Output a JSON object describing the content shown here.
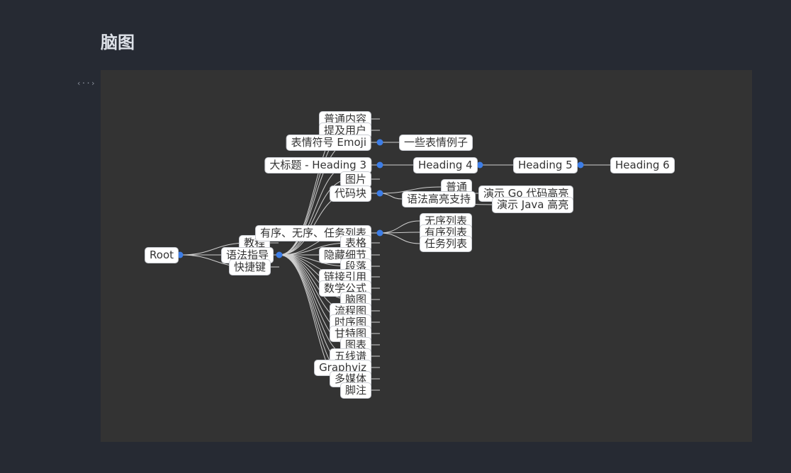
{
  "page": {
    "title": "脑图",
    "toggle_icon": "‹··›"
  },
  "colors": {
    "page_bg": "#262a33",
    "canvas_bg": "#333333",
    "node_bg": "#ffffff",
    "link": "#cfcfcf",
    "expand_dot": "#3d7ee8"
  },
  "mindmap": {
    "id": "root",
    "text": "Root",
    "children": [
      {
        "id": "n-jiaocheng",
        "text": "教程",
        "children": []
      },
      {
        "id": "n-yufa",
        "text": "语法指导",
        "children": [
          {
            "id": "n-putong",
            "text": "普通内容",
            "children": []
          },
          {
            "id": "n-tiji",
            "text": "提及用户",
            "children": []
          },
          {
            "id": "n-biaoqing",
            "text": "表情符号 Emoji",
            "children": [
              {
                "id": "n-lizi",
                "text": "一些表情例子",
                "children": []
              }
            ]
          },
          {
            "id": "n-dabiaoti",
            "text": "大标题 - Heading 3",
            "children": [
              {
                "id": "n-h4",
                "text": "Heading 4",
                "children": [
                  {
                    "id": "n-h5",
                    "text": "Heading 5",
                    "children": [
                      {
                        "id": "n-h6",
                        "text": "Heading 6",
                        "children": []
                      }
                    ]
                  }
                ]
              }
            ]
          },
          {
            "id": "n-tupian",
            "text": "图片",
            "children": []
          },
          {
            "id": "n-daima",
            "text": "代码块",
            "children": [
              {
                "id": "n-putong2",
                "text": "普通",
                "children": []
              },
              {
                "id": "n-gaoliang",
                "text": "语法高亮支持",
                "children": [
                  {
                    "id": "n-go",
                    "text": "演示 Go 代码高亮",
                    "children": []
                  },
                  {
                    "id": "n-java",
                    "text": "演示 Java 高亮",
                    "children": []
                  }
                ]
              }
            ]
          },
          {
            "id": "n-liebiao",
            "text": "有序、无序、任务列表",
            "children": [
              {
                "id": "n-wuxu",
                "text": "无序列表",
                "children": []
              },
              {
                "id": "n-youxu",
                "text": "有序列表",
                "children": []
              },
              {
                "id": "n-renwu",
                "text": "任务列表",
                "children": []
              }
            ]
          },
          {
            "id": "n-biaoge",
            "text": "表格",
            "children": []
          },
          {
            "id": "n-yincang",
            "text": "隐藏细节",
            "children": []
          },
          {
            "id": "n-duanluo",
            "text": "段落",
            "children": []
          },
          {
            "id": "n-lianjie",
            "text": "链接引用",
            "children": []
          },
          {
            "id": "n-shuxue",
            "text": "数学公式",
            "children": []
          },
          {
            "id": "n-naotu",
            "text": "脑图",
            "children": []
          },
          {
            "id": "n-liucheng",
            "text": "流程图",
            "children": []
          },
          {
            "id": "n-shixu",
            "text": "时序图",
            "children": []
          },
          {
            "id": "n-gantt",
            "text": "甘特图",
            "children": []
          },
          {
            "id": "n-tubiao",
            "text": "图表",
            "children": []
          },
          {
            "id": "n-wuxianpu",
            "text": "五线谱",
            "children": []
          },
          {
            "id": "n-graphviz",
            "text": "Graphviz",
            "children": []
          },
          {
            "id": "n-duomeiti",
            "text": "多媒体",
            "children": []
          },
          {
            "id": "n-jiaozhu",
            "text": "脚注",
            "children": []
          }
        ]
      },
      {
        "id": "n-kuaijie",
        "text": "快捷键",
        "children": []
      }
    ]
  }
}
